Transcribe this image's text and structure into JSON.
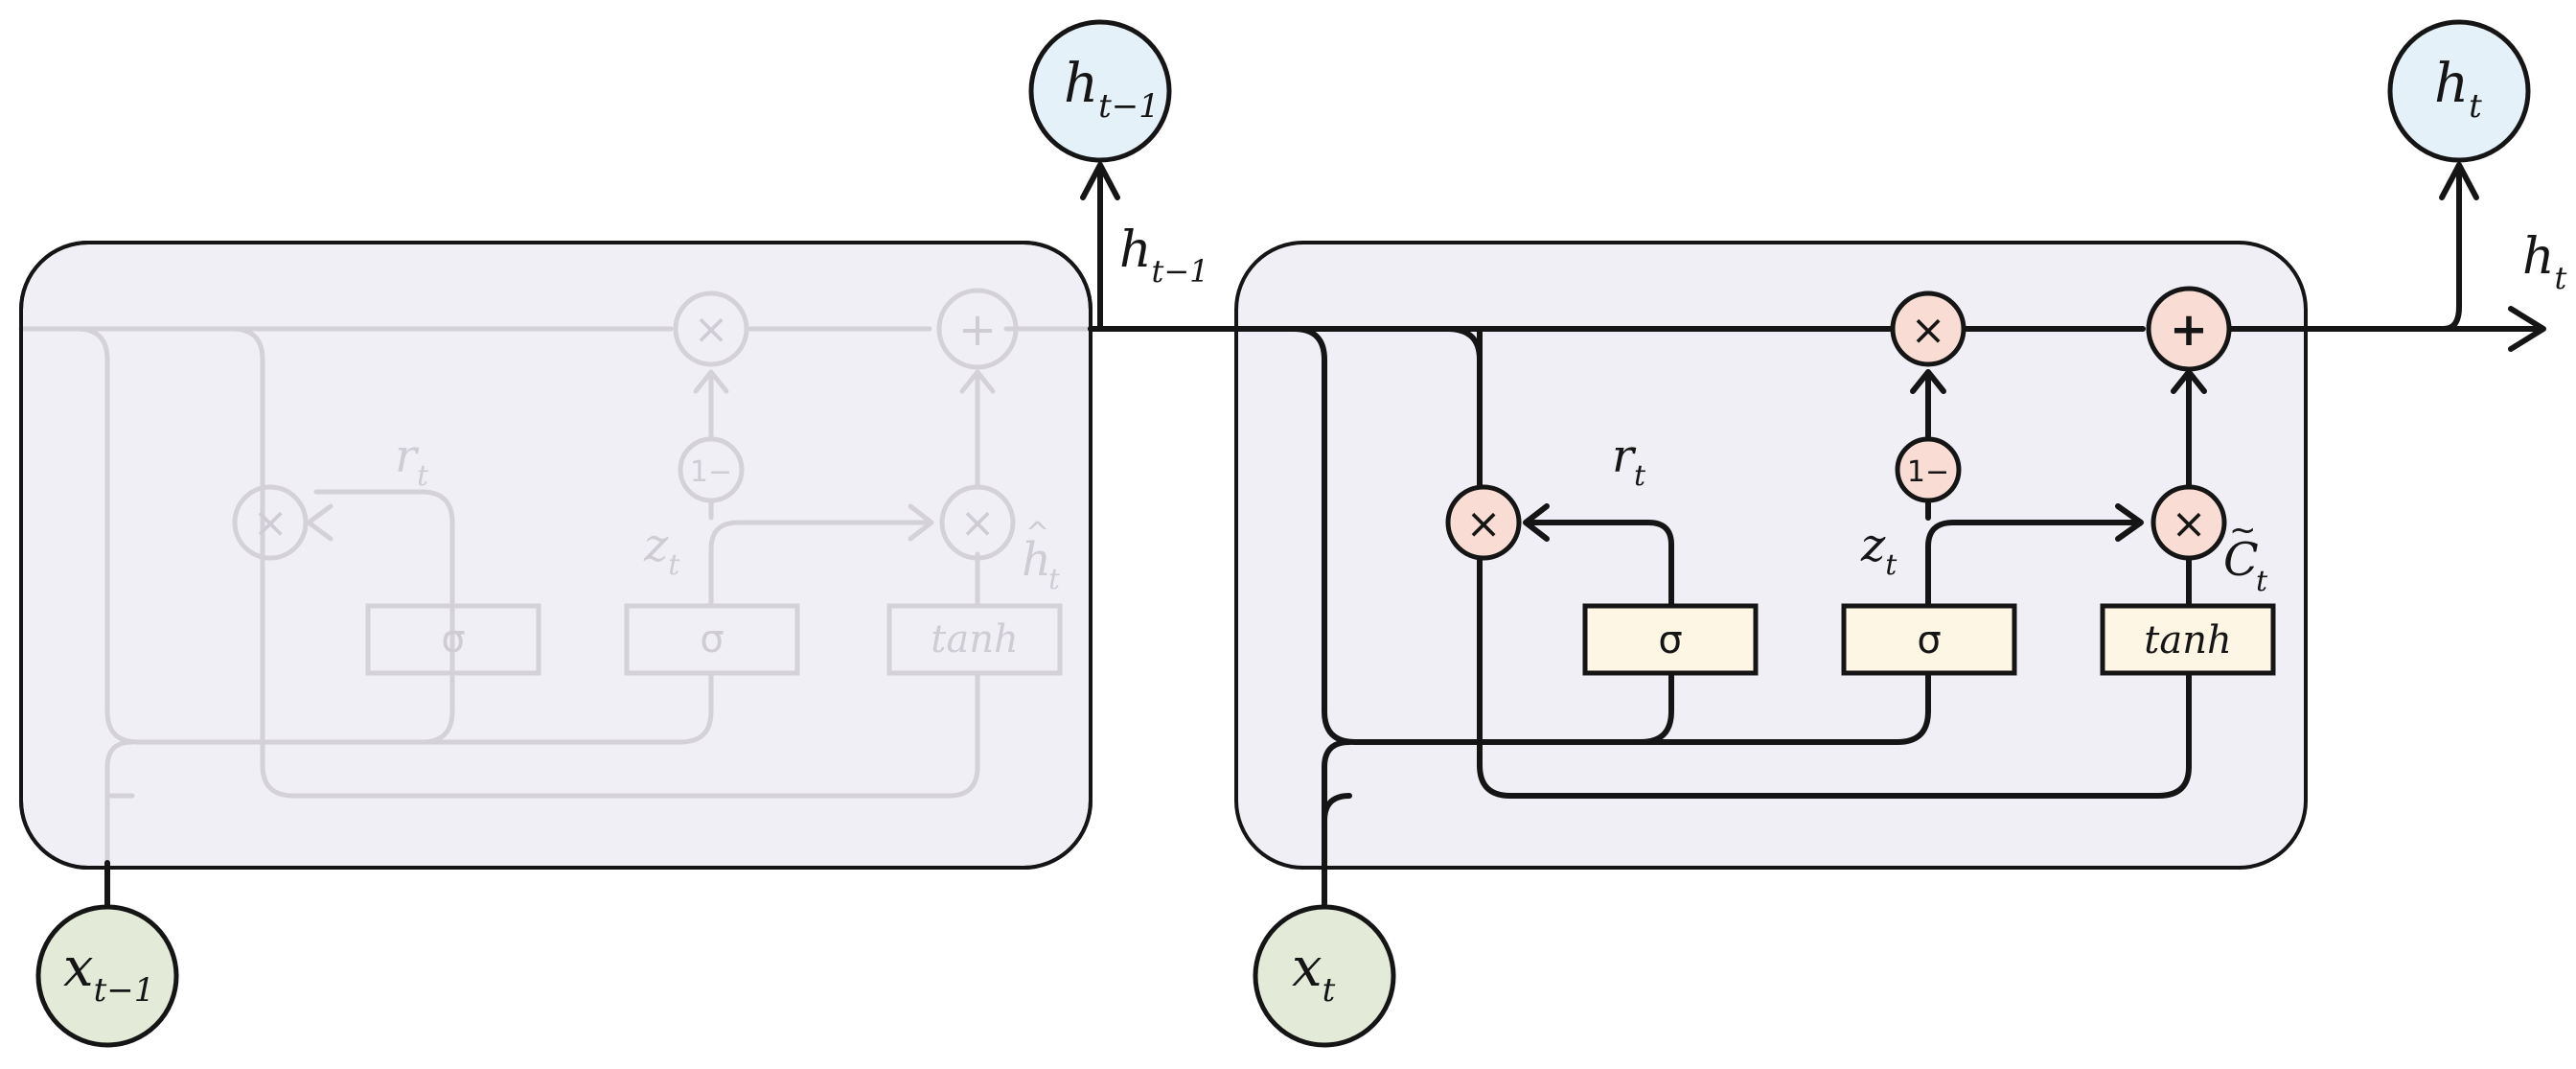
{
  "colors": {
    "cell_fill": "#f1eff6",
    "cell_fill_faded": "#f1eff6",
    "stroke": "#151515",
    "faded_stroke": "#d4d1d8",
    "faded_text": "#cfccd4",
    "op_fill": "#f9dcd3",
    "gate_fill": "#fef6e4",
    "hidden_node_fill": "#e4f1f8",
    "input_node_fill": "#e3ebd8"
  },
  "nodes": {
    "h_prev": {
      "base": "h",
      "sub": "t−1"
    },
    "h_curr": {
      "base": "h",
      "sub": "t"
    },
    "x_prev": {
      "base": "x",
      "sub": "t−1"
    },
    "x_curr": {
      "base": "x",
      "sub": "t"
    }
  },
  "edge_labels": {
    "h_prev": {
      "base": "h",
      "sub": "t−1"
    },
    "h_curr": {
      "base": "h",
      "sub": "t"
    }
  },
  "cells": [
    {
      "id": "previous",
      "faded": true,
      "reset_gate": {
        "base": "r",
        "sub": "t"
      },
      "update_gate": {
        "base": "z",
        "sub": "t"
      },
      "candidate": {
        "base": "h",
        "accent": "^",
        "sub": "t"
      },
      "gate_labels": [
        "σ",
        "σ",
        "tanh"
      ],
      "one_minus": "1−",
      "multiply": "×",
      "add": "+"
    },
    {
      "id": "current",
      "faded": false,
      "reset_gate": {
        "base": "r",
        "sub": "t"
      },
      "update_gate": {
        "base": "z",
        "sub": "t"
      },
      "candidate": {
        "base": "C",
        "accent": "~",
        "sub": "t"
      },
      "gate_labels": [
        "σ",
        "σ",
        "tanh"
      ],
      "one_minus": "1−",
      "multiply": "×",
      "add": "+"
    }
  ]
}
